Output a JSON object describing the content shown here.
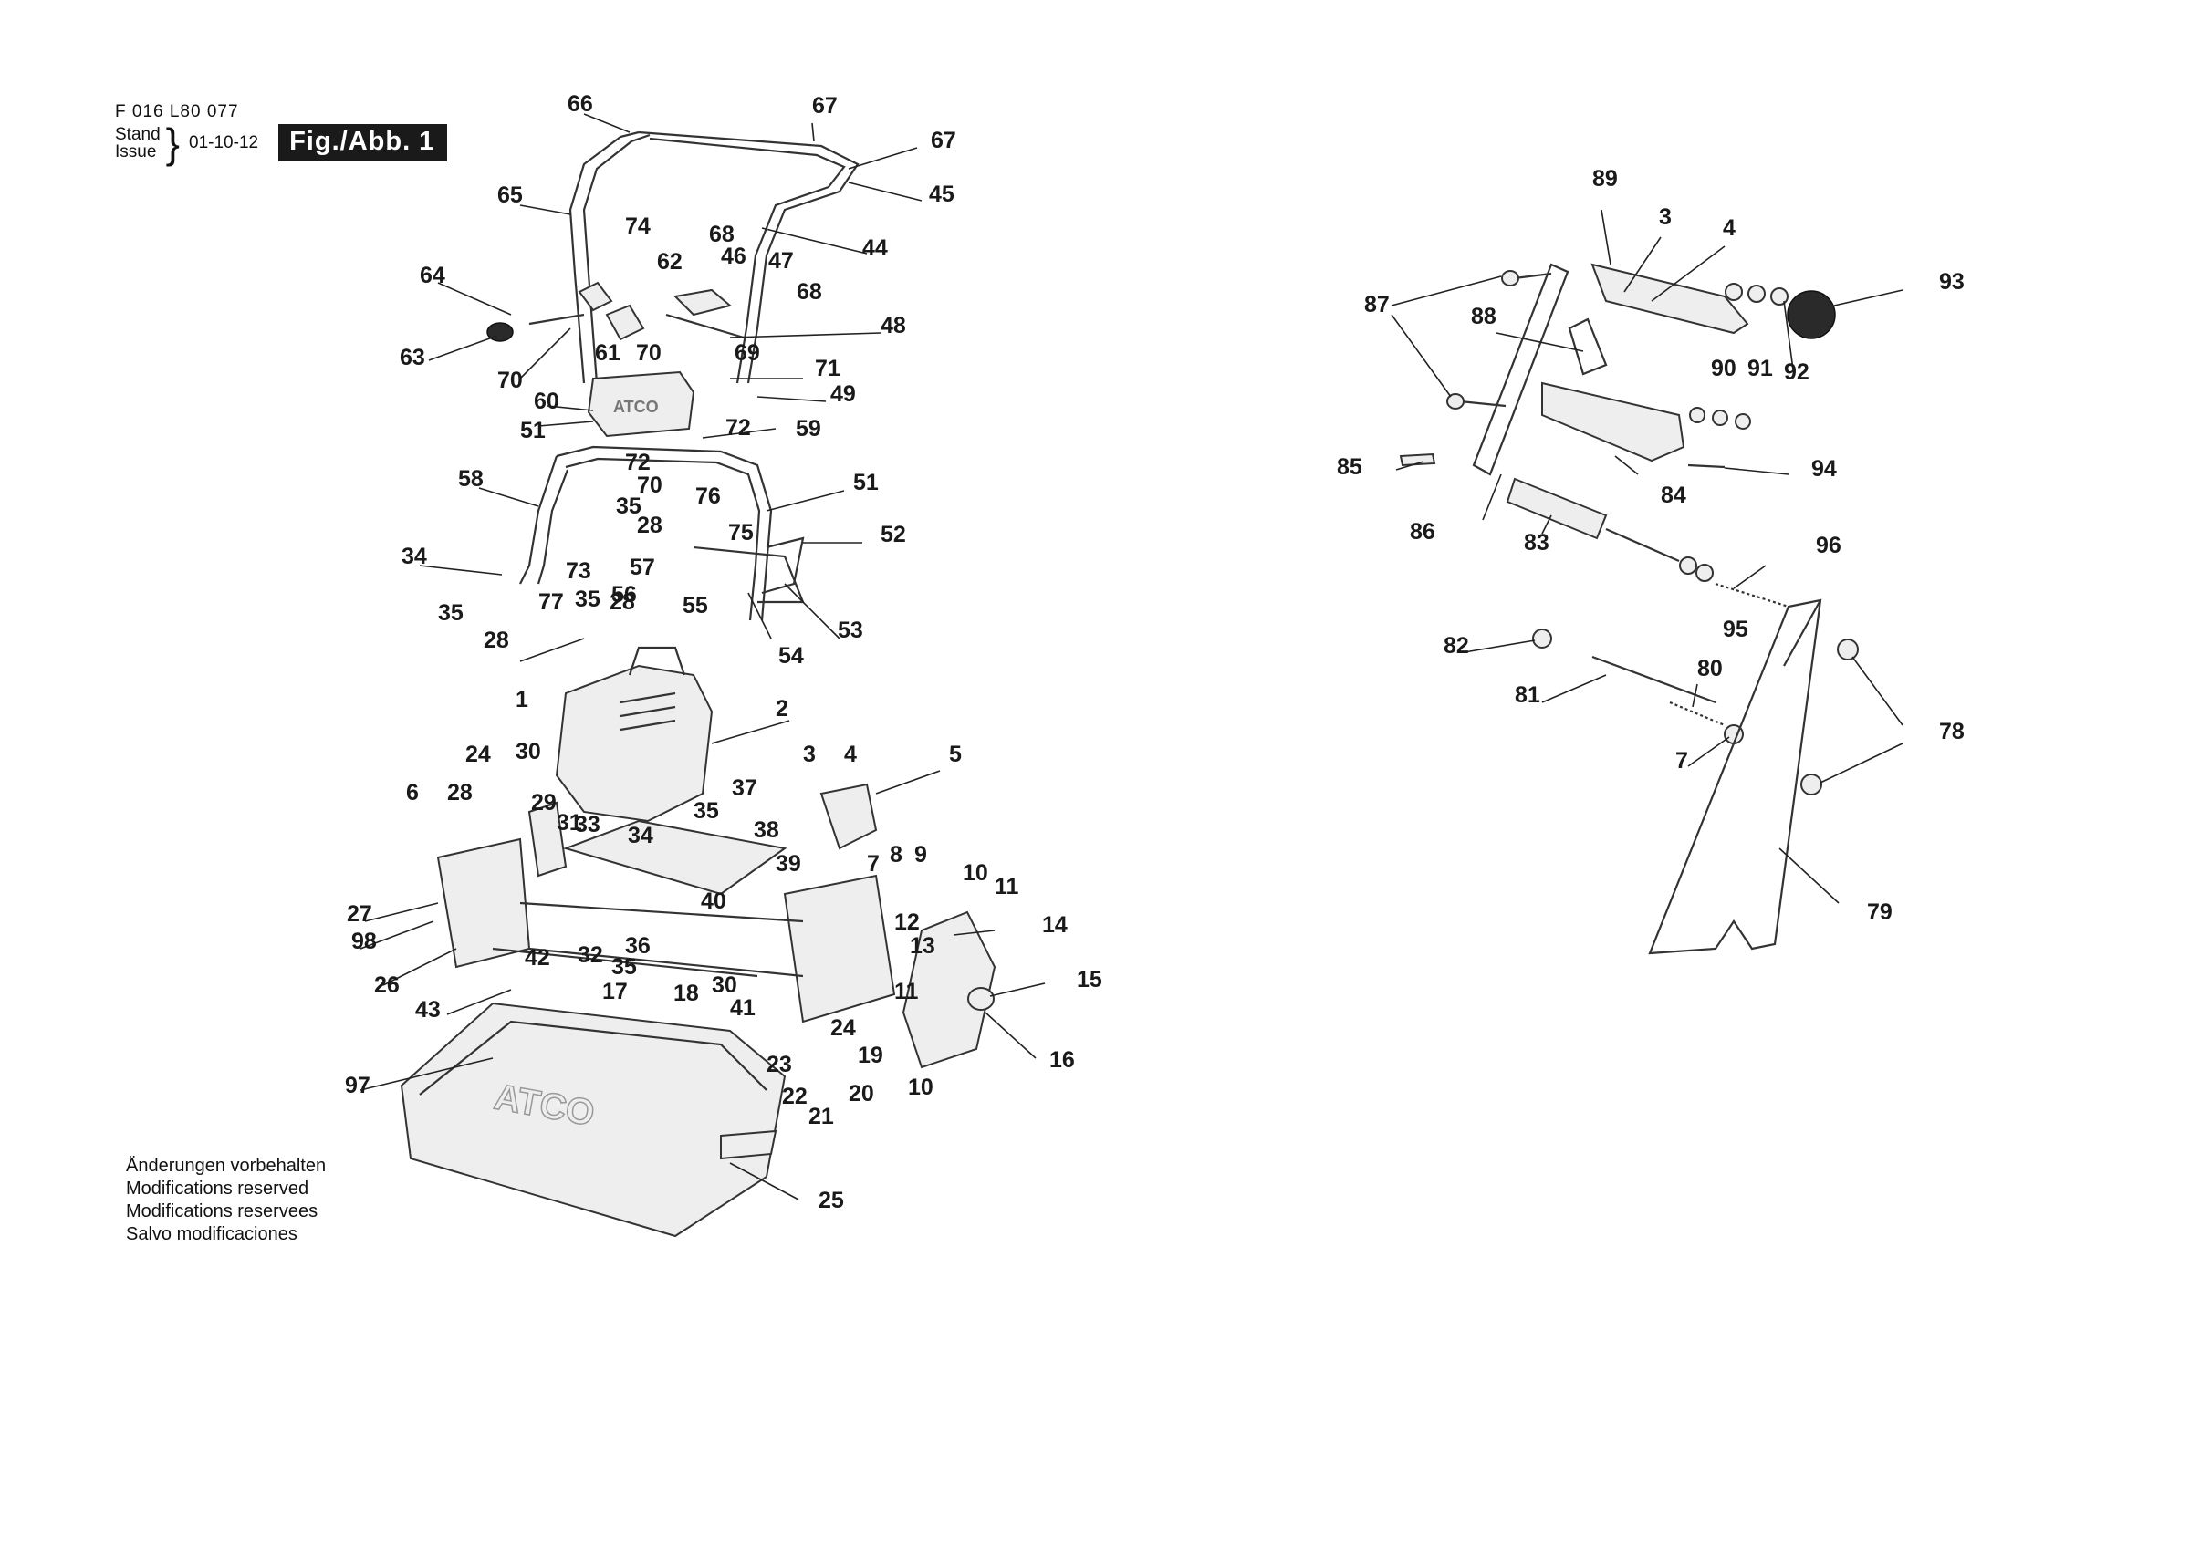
{
  "header": {
    "doc_number": "F 016 L80 077",
    "stand_label": "Stand",
    "issue_label": "Issue",
    "date": "01-10-12",
    "figure_label": "Fig./Abb. 1"
  },
  "notes": [
    "Änderungen vorbehalten",
    "Modifications reserved",
    "Modifications reservees",
    "Salvo modificaciones"
  ],
  "brand_mark": "ATCO",
  "callouts_left": [
    "66",
    "67",
    "67",
    "45",
    "65",
    "44",
    "74",
    "68",
    "46",
    "47",
    "62",
    "68",
    "64",
    "48",
    "63",
    "69",
    "61",
    "70",
    "70",
    "71",
    "60",
    "49",
    "51",
    "59",
    "72",
    "58",
    "72",
    "70",
    "51",
    "35",
    "76",
    "28",
    "75",
    "52",
    "34",
    "73",
    "57",
    "55",
    "56",
    "77",
    "35",
    "28",
    "35",
    "54",
    "53",
    "28",
    "1",
    "2",
    "24",
    "30",
    "3",
    "4",
    "5",
    "6",
    "28",
    "29",
    "31",
    "37",
    "33",
    "35",
    "34",
    "38",
    "39",
    "27",
    "98",
    "40",
    "7",
    "8",
    "9",
    "10",
    "11",
    "12",
    "13",
    "14",
    "36",
    "26",
    "42",
    "32",
    "35",
    "17",
    "18",
    "30",
    "41",
    "24",
    "11",
    "15",
    "43",
    "16",
    "97",
    "23",
    "22",
    "21",
    "20",
    "19",
    "10",
    "25"
  ],
  "callouts_right": [
    "89",
    "3",
    "4",
    "93",
    "87",
    "88",
    "90",
    "91",
    "92",
    "85",
    "94",
    "86",
    "84",
    "83",
    "96",
    "95",
    "82",
    "80",
    "81",
    "78",
    "7",
    "79"
  ]
}
